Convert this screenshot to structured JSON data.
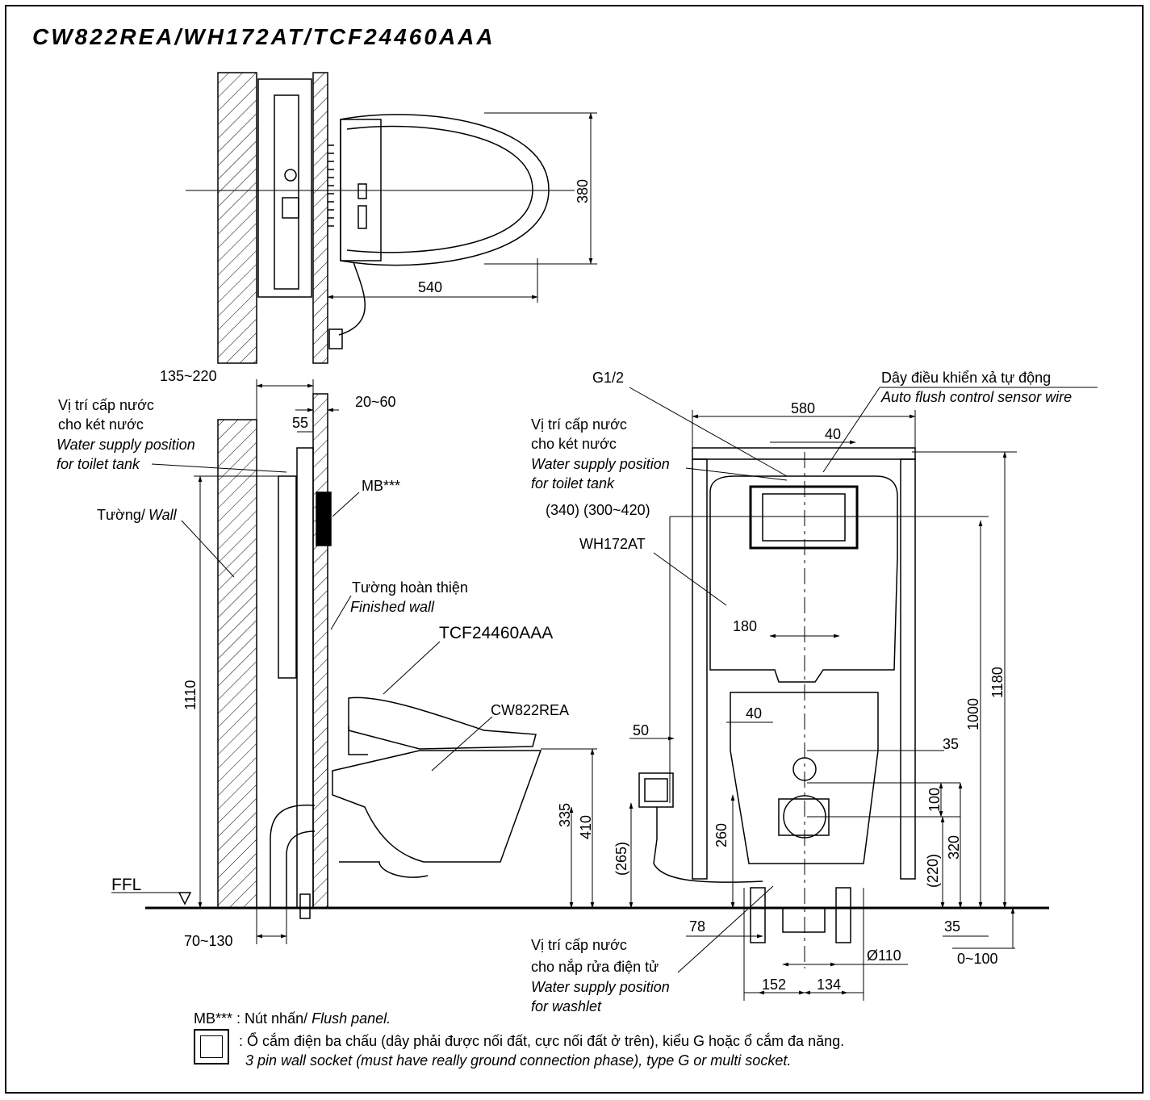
{
  "title": "CW822REA/WH172AT/TCF24460AAA",
  "top_view": {
    "dim_width": "380",
    "dim_length": "540"
  },
  "side_view": {
    "dim_wall_offset": "135~220",
    "dim_finish_thickness": "20~60",
    "dim_55": "55",
    "water_supply_vi_1": "Vị trí cấp nước",
    "water_supply_vi_2": "cho két nước",
    "water_supply_en_1": "Water supply position",
    "water_supply_en_2": "for toilet tank",
    "wall_vi": "Tường/",
    "wall_en": "Wall",
    "mb_label": "MB***",
    "finished_vi": "Tường hoàn thiện",
    "finished_en": "Finished wall",
    "label_tcf": "TCF24460AAA",
    "label_cw": "CW822REA",
    "dim_1110": "1110",
    "dim_335": "335",
    "dim_410": "410",
    "ffl": "FFL",
    "dim_70_130": "70~130"
  },
  "front_view": {
    "g12": "G1/2",
    "sensor_vi": "Dây điều khiển xả tự động",
    "sensor_en": "Auto flush control sensor wire",
    "dim_580": "580",
    "dim_40_top": "40",
    "water_supply_vi_1": "Vị trí cấp nước",
    "water_supply_vi_2": "cho két nước",
    "water_supply_en_1": "Water supply position",
    "water_supply_en_2": "for toilet tank",
    "dim_340": "(340) (300~420)",
    "label_wh": "WH172AT",
    "dim_180": "180",
    "dim_40_mid": "40",
    "dim_50": "50",
    "dim_35_top": "35",
    "dim_100": "100",
    "dim_260": "260",
    "dim_265": "(265)",
    "dim_220": "(220)",
    "dim_320": "320",
    "dim_1000": "1000",
    "dim_1180": "1180",
    "dim_78": "78",
    "dim_35_bot": "35",
    "dim_110": "Ø110",
    "dim_0_100": "0~100",
    "washlet_vi_1": "Vị trí cấp nước",
    "washlet_vi_2": "cho nắp rửa điện tử",
    "washlet_en_1": "Water supply position",
    "washlet_en_2": "for washlet",
    "dim_152": "152",
    "dim_134": "134"
  },
  "legend": {
    "mb_code": "MB***",
    "mb_text": ": Nút nhấn/",
    "mb_text_en": "Flush panel.",
    "socket_vi": ": Ổ cắm điện ba chấu (dây phải được nối đất, cực nối đất ở trên), kiểu G hoặc ổ cắm đa năng.",
    "socket_en": "3 pin wall socket (must have really ground connection phase), type G or multi socket."
  }
}
